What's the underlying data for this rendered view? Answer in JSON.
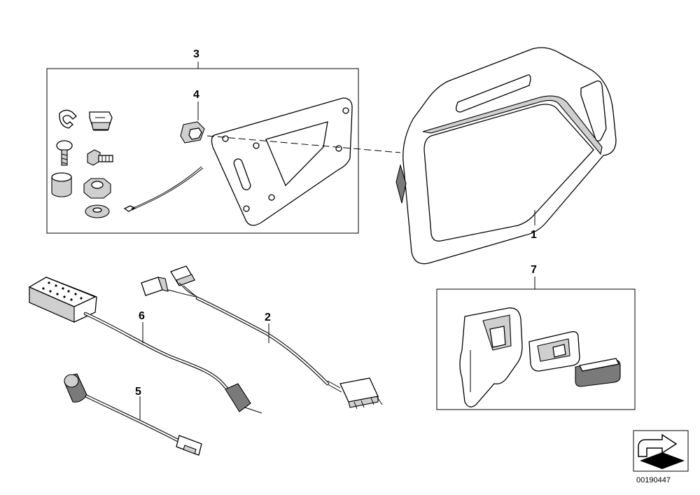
{
  "callouts": [
    {
      "id": "1",
      "label": "1"
    },
    {
      "id": "2",
      "label": "2"
    },
    {
      "id": "3",
      "label": "3"
    },
    {
      "id": "4",
      "label": "4"
    },
    {
      "id": "5",
      "label": "5"
    },
    {
      "id": "6",
      "label": "6"
    },
    {
      "id": "7",
      "label": "7"
    }
  ],
  "diagram_code": "00190447",
  "icons": {
    "corner_symbol": "sheet-corner-arrow-icon"
  }
}
